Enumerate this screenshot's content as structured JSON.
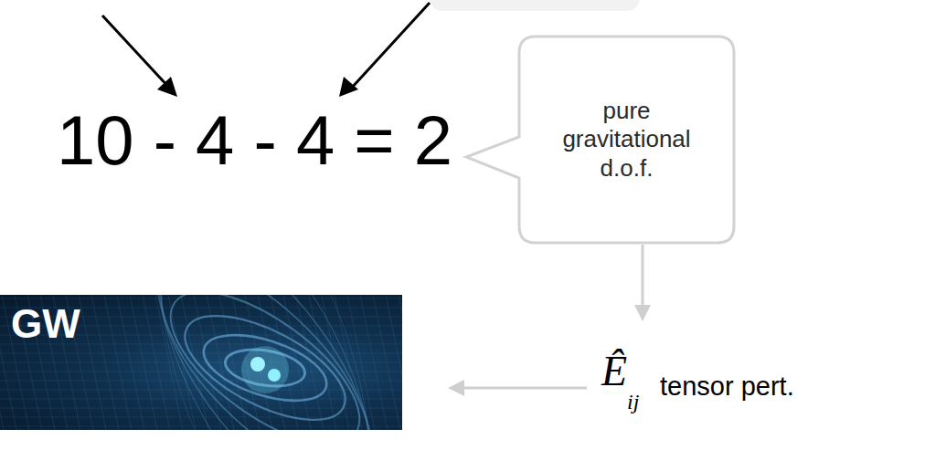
{
  "diagram": {
    "nodes": [
      {
        "text": [
          "pure gravitational d.o.f."
        ]
      },
      {
        "text": [
          "GW"
        ]
      }
    ],
    "labels": [
      "10 - 4 - 4 = 2",
      "Ê",
      "ij",
      "tensor pert."
    ]
  }
}
